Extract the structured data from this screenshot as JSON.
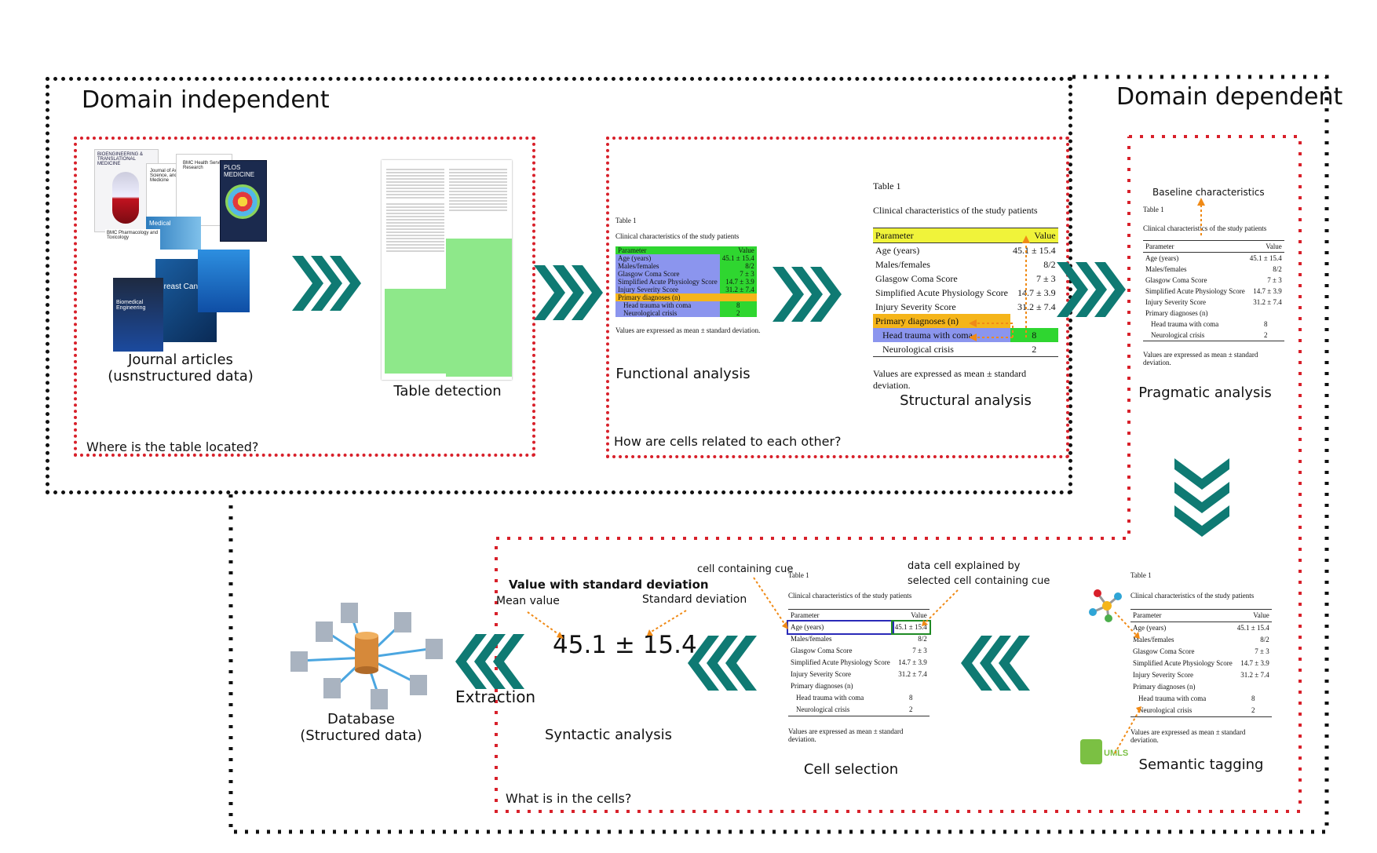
{
  "sections": {
    "domain_independent": "Domain independent",
    "domain_dependent": "Domain dependent"
  },
  "questions": {
    "where": "Where is the table located?",
    "how": "How are cells related to each other?",
    "what": "What is in the cells?"
  },
  "steps": {
    "journal_line1": "Journal articles",
    "journal_line2": "(usnstructured data)",
    "table_detection": "Table detection",
    "functional": "Functional analysis",
    "structural": "Structural analysis",
    "pragmatic": "Pragmatic analysis",
    "semantic": "Semantic tagging",
    "cell_selection": "Cell selection",
    "syntactic": "Syntactic analysis",
    "extraction": "Extraction",
    "database_line1": "Database",
    "database_line2": "(Structured data)"
  },
  "journals": {
    "j1": "BIOENGINEERING & TRANSLATIONAL MEDICINE",
    "j2": "Journal of Avian Science, and Medicine",
    "j3": "BMC Health Services Research",
    "j4": "PLOS MEDICINE",
    "j5": "BMC Pharmacology and Toxicology",
    "j6": "Breast Cancer",
    "j7": "Biomedical Engineering",
    "j8": "Medical"
  },
  "table": {
    "label": "Table 1",
    "caption": "Clinical characteristics of the study patients",
    "header_param": "Parameter",
    "header_value": "Value",
    "rows": [
      {
        "p": "Age (years)",
        "v": "45.1 ± 15.4"
      },
      {
        "p": "Males/females",
        "v": "8/2"
      },
      {
        "p": "Glasgow Coma Score",
        "v": "7 ± 3"
      },
      {
        "p": "Simplified Acute Physiology Score",
        "v": "14.7 ± 3.9"
      },
      {
        "p": "Injury Severity Score",
        "v": "31.2 ± 7.4"
      }
    ],
    "primary": "Primary diagnoses (n)",
    "sub_rows": [
      {
        "p": "Head trauma with coma",
        "v": "8"
      },
      {
        "p": "Neurological crisis",
        "v": "2"
      }
    ],
    "footnote": "Values are expressed as mean ± standard deviation."
  },
  "pragmatic": {
    "baseline": "Baseline characteristics"
  },
  "semantic": {
    "umls": "UMLS"
  },
  "cell_selection": {
    "cue_label": "cell containing cue",
    "data_label_1": "data cell explained by",
    "data_label_2": "selected cell containing cue"
  },
  "syntactic": {
    "heading": "Value with standard deviation",
    "mean_label": "Mean value",
    "sd_label": "Standard deviation",
    "value": "45.1 ± 15.4"
  },
  "colors": {
    "chevron": "#0f7a73",
    "red_border": "#d8202a",
    "yellow": "#f0f33a",
    "green": "#2fd630",
    "blue": "#8b95ee",
    "orange": "#f5b51a",
    "cue_arrow": "#f08a16"
  }
}
